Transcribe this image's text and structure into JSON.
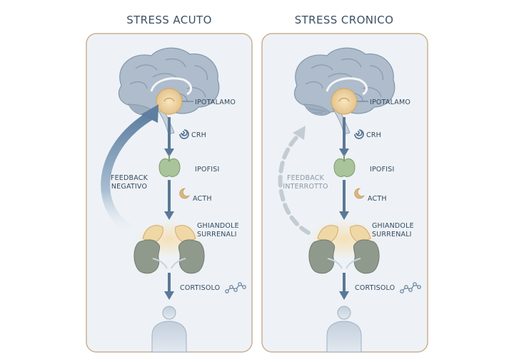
{
  "panels": [
    {
      "title": "STRESS ACUTO",
      "labels": {
        "hypothalamus": "IPOTALAMO",
        "crh": "CRH",
        "pituitary": "IPOFISI",
        "acth": "ACTH",
        "adrenal_line1": "GHIANDOLE",
        "adrenal_line2": "SURRENALI",
        "cortisol": "CORTISOLO",
        "feedback_line1": "FEEDBACK",
        "feedback_line2": "NEGATIVO"
      }
    },
    {
      "title": "STRESS CRONICO",
      "labels": {
        "hypothalamus": "IPOTALAMO",
        "crh": "CRH",
        "pituitary": "IPOFISI",
        "acth": "ACTH",
        "adrenal_line1": "GHIANDOLE",
        "adrenal_line2": "SURRENALI",
        "cortisol": "CORTISOLO",
        "feedback_line1": "FEEDBACK",
        "feedback_line2": "INTERROTTO"
      }
    }
  ],
  "icons": {
    "crh": "swirl-icon",
    "acth": "crescent-icon",
    "cortisol": "molecule-icon",
    "feedback_acute": "solid-curved-arrow-icon",
    "feedback_chronic": "dashed-curved-arrow-icon"
  },
  "colors": {
    "panel_bg": "#eef2f6",
    "panel_border": "#c9b08f",
    "brain": "#aebccb",
    "hypothalamus": "#f0d9a8",
    "pituitary": "#a9c39a",
    "adrenal_cap": "#efd8a6",
    "kidney": "#8f9a8c",
    "arrow": "#5b7896",
    "feedback_solid": "#6a89aa",
    "feedback_dashed": "#c4ccd3"
  }
}
